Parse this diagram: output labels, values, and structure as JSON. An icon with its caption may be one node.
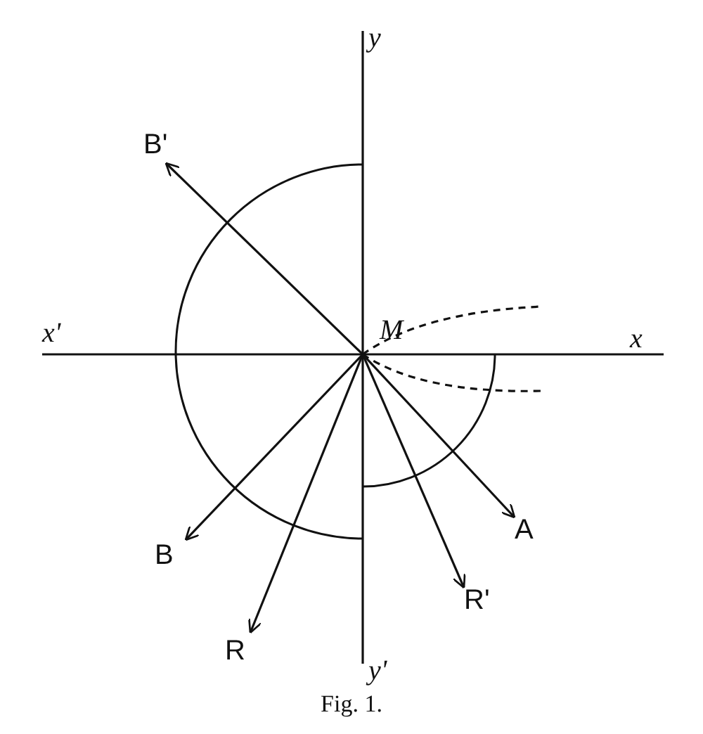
{
  "diagram": {
    "caption": "Fig. 1.",
    "nodes": [
      {
        "text": [
          "M"
        ]
      },
      {
        "text": [
          "B'"
        ]
      },
      {
        "text": [
          "B"
        ]
      },
      {
        "text": [
          "R"
        ]
      },
      {
        "text": [
          "R'"
        ]
      },
      {
        "text": [
          "A"
        ]
      }
    ],
    "edges": [
      {
        "from": 0,
        "to": 1,
        "arrow": "to"
      },
      {
        "from": 0,
        "to": 2,
        "arrow": "to"
      },
      {
        "from": 0,
        "to": 3,
        "arrow": "to"
      },
      {
        "from": 0,
        "to": 4,
        "arrow": "to"
      },
      {
        "from": 0,
        "to": 5,
        "arrow": "to"
      }
    ],
    "labels": [
      "y",
      "x'",
      "x",
      "y'"
    ]
  }
}
